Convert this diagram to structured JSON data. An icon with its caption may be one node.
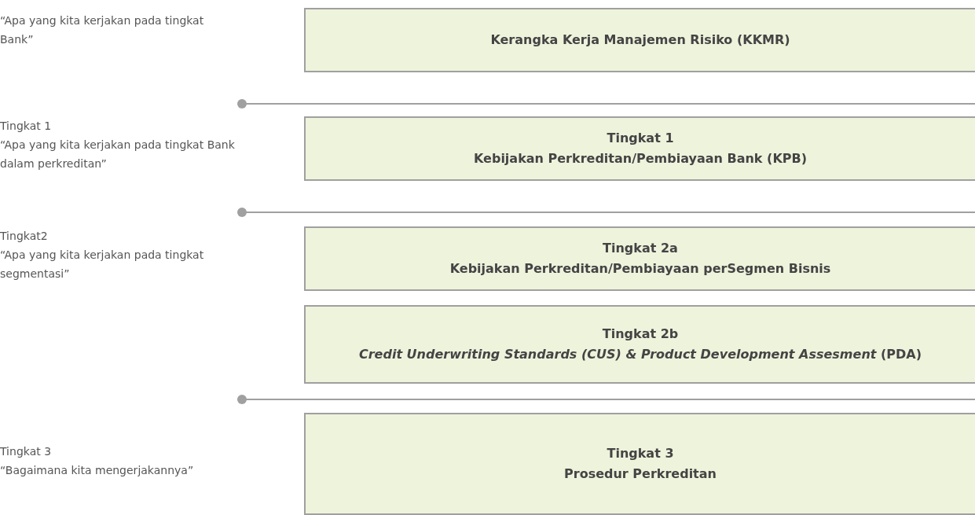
{
  "diagram": {
    "nodes": [
      {
        "text": [
          "Kerangka Kerja Manajemen Risiko (KKMR)"
        ]
      },
      {
        "text": [
          "Tingkat 1",
          "Kebijakan Perkreditan/Pembiayaan Bank (KPB)"
        ]
      },
      {
        "text": [
          "Tingkat 2a",
          "Kebijakan Perkreditan/Pembiayaan perSegmen Bisnis"
        ]
      },
      {
        "text": [
          "Tingkat 2b",
          "*Credit Underwriting Standards (CUS) & Product Development Assesment* (PDA)"
        ]
      },
      {
        "text": [
          "Tingkat 3",
          "Prosedur Perkreditan"
        ]
      }
    ],
    "edges": [],
    "labels": [
      "“Apa yang kita kerjakan pada tingkat Bank”",
      "Tingkat 1",
      "“Apa yang kita kerjakan pada tingkat Bank dalam perkreditan”",
      "Tingkat2",
      "“Apa yang kita kerjakan pada tingkat segmentasi”",
      "Tingkat 3",
      "“Bagaimana kita mengerjakannya”"
    ]
  }
}
